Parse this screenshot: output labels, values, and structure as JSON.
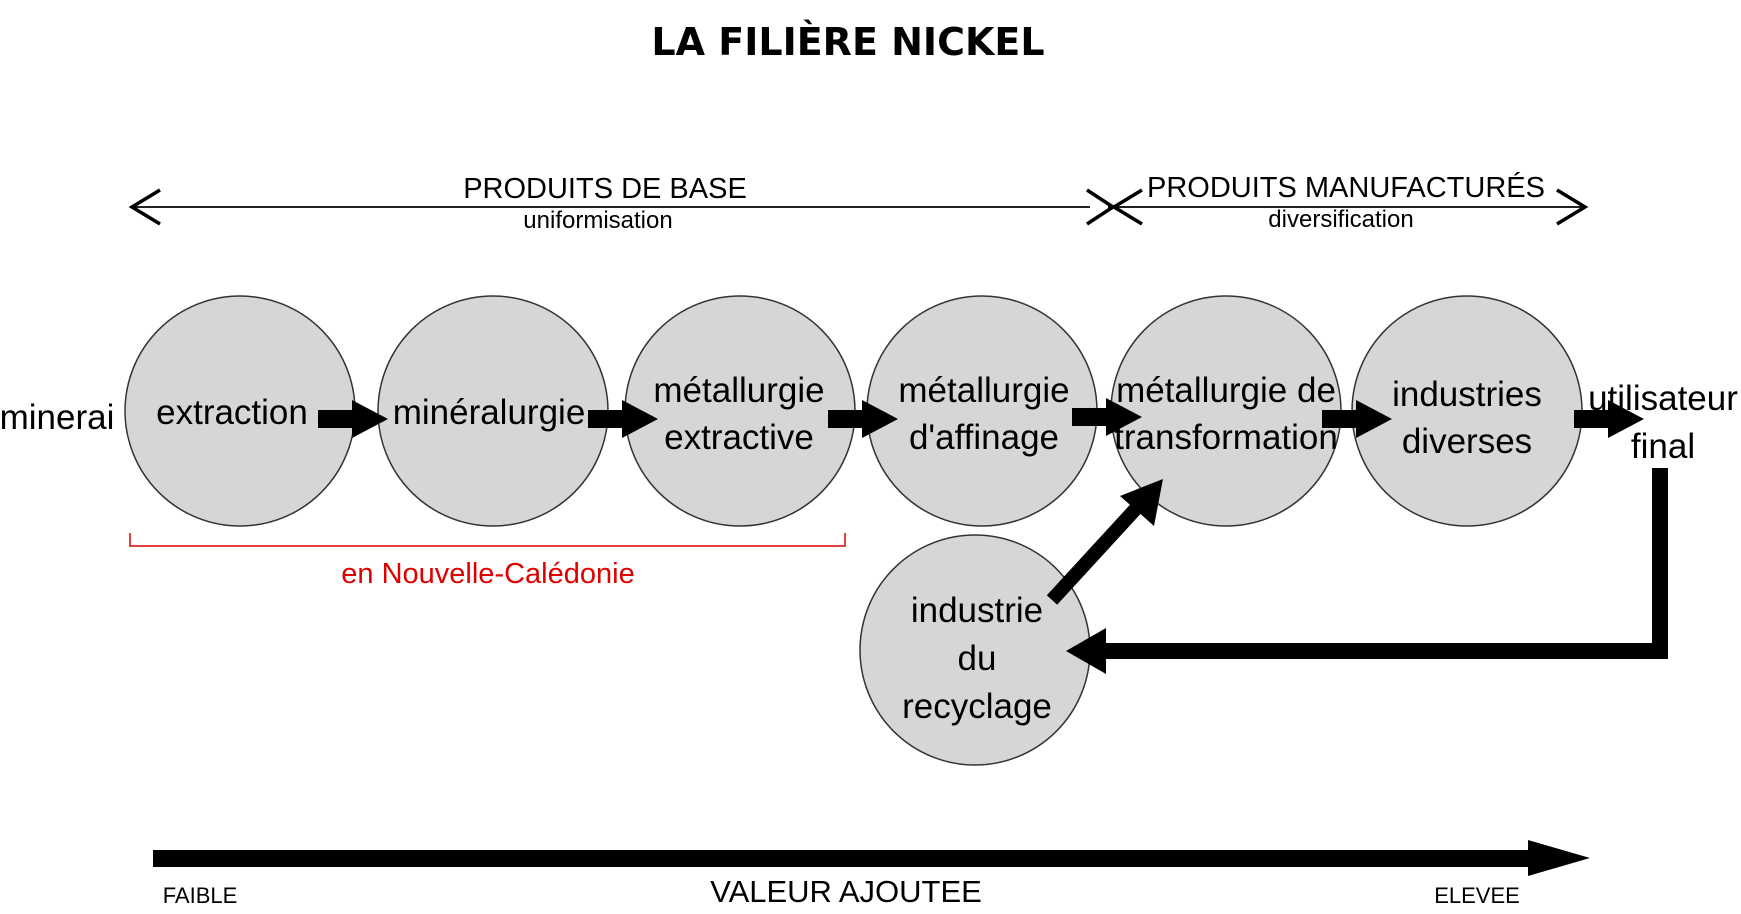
{
  "title": "LA FILIÈRE NICKEL",
  "sections": {
    "base": {
      "label": "PRODUITS DE BASE",
      "sub": "uniformisation"
    },
    "manufactured": {
      "label": "PRODUITS MANUFACTURÉS",
      "sub": "diversification"
    }
  },
  "input": "minerai",
  "nodes": {
    "extraction": [
      "extraction"
    ],
    "mineralurgie": [
      "minéralurgie"
    ],
    "metallurgie_extractive": [
      "métallurgie",
      "extractive"
    ],
    "metallurgie_affinage": [
      "métallurgie",
      "d'affinage"
    ],
    "metallurgie_transformation": [
      "métallurgie de",
      "transformation"
    ],
    "industries_diverses": [
      "industries",
      "diverses"
    ],
    "industrie_recyclage": [
      "industrie",
      "du",
      "recyclage"
    ]
  },
  "output": [
    "utilisateur",
    "final"
  ],
  "region_label": "en Nouvelle-Calédonie",
  "value_axis": {
    "title": "VALEUR AJOUTEE",
    "low": "FAIBLE",
    "high": "ELEVEE"
  },
  "colors": {
    "node_fill": "#d6d6d6",
    "region": "#e00000",
    "arrow": "#000000"
  }
}
